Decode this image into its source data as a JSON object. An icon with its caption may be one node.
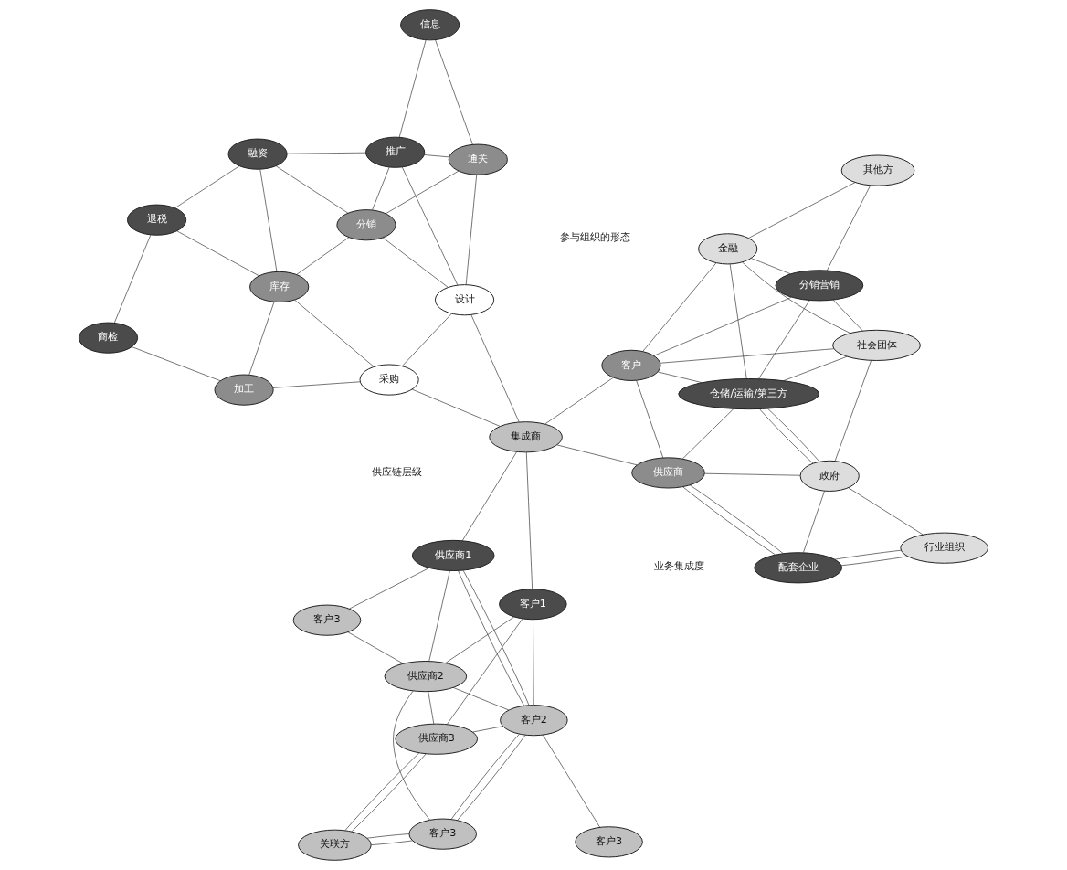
{
  "diagram": {
    "nodes": [
      {
        "text": [
          "商检"
        ]
      },
      {
        "text": [
          "客户3"
        ]
      },
      {
        "text": [
          "客户3"
        ]
      },
      {
        "text": [
          "退税"
        ]
      },
      {
        "text": [
          "加工"
        ]
      },
      {
        "text": [
          "客户2"
        ]
      },
      {
        "text": [
          "关联方"
        ]
      },
      {
        "text": [
          "融资"
        ]
      },
      {
        "text": [
          "库存"
        ]
      },
      {
        "text": [
          "采购"
        ]
      },
      {
        "text": [
          "客户1"
        ]
      },
      {
        "text": [
          "供应商2"
        ]
      },
      {
        "text": [
          "供应商3"
        ]
      },
      {
        "text": [
          "分销"
        ]
      },
      {
        "text": [
          "设计"
        ]
      },
      {
        "text": [
          "集成商"
        ]
      },
      {
        "text": [
          "供应商1"
        ]
      },
      {
        "text": [
          "客户3"
        ]
      },
      {
        "text": [
          "推广"
        ]
      },
      {
        "text": [
          "通关"
        ]
      },
      {
        "text": [
          "供应商"
        ]
      },
      {
        "text": [
          "客户"
        ]
      },
      {
        "text": [
          "分销营销"
        ]
      },
      {
        "text": [
          "其他方"
        ]
      },
      {
        "text": [
          "信息"
        ]
      },
      {
        "text": [
          "配套企业"
        ]
      },
      {
        "text": [
          "仓储/运输/第三方"
        ]
      },
      {
        "text": [
          "金融"
        ]
      },
      {
        "text": [
          "行业组织"
        ]
      },
      {
        "text": [
          "政府"
        ]
      },
      {
        "text": [
          "社会团体"
        ]
      }
    ],
    "edges": [
      {
        "from": 0,
        "to": 3,
        "arrow": "none"
      },
      {
        "from": 0,
        "to": 4,
        "arrow": "none"
      },
      {
        "from": 3,
        "to": 8,
        "arrow": "none"
      },
      {
        "from": 3,
        "to": 7,
        "arrow": "none"
      },
      {
        "from": 4,
        "to": 8,
        "arrow": "none"
      },
      {
        "from": 4,
        "to": 9,
        "arrow": "none"
      },
      {
        "from": 8,
        "to": 9,
        "arrow": "none"
      },
      {
        "from": 8,
        "to": 7,
        "arrow": "none"
      },
      {
        "from": 8,
        "to": 13,
        "arrow": "none"
      },
      {
        "from": 7,
        "to": 13,
        "arrow": "none"
      },
      {
        "from": 7,
        "to": 18,
        "arrow": "none"
      },
      {
        "from": 9,
        "to": 14,
        "arrow": "none"
      },
      {
        "from": 9,
        "to": 15,
        "arrow": "none"
      },
      {
        "from": 13,
        "to": 18,
        "arrow": "none"
      },
      {
        "from": 13,
        "to": 14,
        "arrow": "none"
      },
      {
        "from": 13,
        "to": 19,
        "arrow": "none"
      },
      {
        "from": 18,
        "to": 14,
        "arrow": "none"
      },
      {
        "from": 18,
        "to": 19,
        "arrow": "none"
      },
      {
        "from": 18,
        "to": 24,
        "arrow": "none"
      },
      {
        "from": 14,
        "to": 19,
        "arrow": "none"
      },
      {
        "from": 19,
        "to": 24,
        "arrow": "none"
      },
      {
        "from": 14,
        "to": 15,
        "arrow": "none"
      },
      {
        "from": 1,
        "to": 5,
        "arrow": "none"
      },
      {
        "from": 2,
        "to": 5,
        "arrow": "none"
      },
      {
        "from": 2,
        "to": 5,
        "arrow": "none"
      },
      {
        "from": 2,
        "to": 11,
        "arrow": "none"
      },
      {
        "from": 2,
        "to": 6,
        "arrow": "none"
      },
      {
        "from": 2,
        "to": 6,
        "arrow": "none"
      },
      {
        "from": 6,
        "to": 12,
        "arrow": "none"
      },
      {
        "from": 6,
        "to": 12,
        "arrow": "none"
      },
      {
        "from": 5,
        "to": 10,
        "arrow": "none"
      },
      {
        "from": 5,
        "to": 16,
        "arrow": "none"
      },
      {
        "from": 5,
        "to": 16,
        "arrow": "none"
      },
      {
        "from": 5,
        "to": 11,
        "arrow": "none"
      },
      {
        "from": 5,
        "to": 12,
        "arrow": "none"
      },
      {
        "from": 10,
        "to": 12,
        "arrow": "none"
      },
      {
        "from": 10,
        "to": 11,
        "arrow": "none"
      },
      {
        "from": 10,
        "to": 15,
        "arrow": "none"
      },
      {
        "from": 12,
        "to": 11,
        "arrow": "none"
      },
      {
        "from": 11,
        "to": 16,
        "arrow": "none"
      },
      {
        "from": 11,
        "to": 17,
        "arrow": "none"
      },
      {
        "from": 16,
        "to": 17,
        "arrow": "none"
      },
      {
        "from": 16,
        "to": 15,
        "arrow": "none"
      },
      {
        "from": 15,
        "to": 21,
        "arrow": "none"
      },
      {
        "from": 15,
        "to": 20,
        "arrow": "none"
      },
      {
        "from": 21,
        "to": 22,
        "arrow": "none"
      },
      {
        "from": 21,
        "to": 20,
        "arrow": "none"
      },
      {
        "from": 21,
        "to": 26,
        "arrow": "none"
      },
      {
        "from": 21,
        "to": 30,
        "arrow": "none"
      },
      {
        "from": 21,
        "to": 27,
        "arrow": "none"
      },
      {
        "from": 22,
        "to": 23,
        "arrow": "none"
      },
      {
        "from": 22,
        "to": 27,
        "arrow": "none"
      },
      {
        "from": 22,
        "to": 26,
        "arrow": "none"
      },
      {
        "from": 22,
        "to": 30,
        "arrow": "none"
      },
      {
        "from": 23,
        "to": 27,
        "arrow": "none"
      },
      {
        "from": 27,
        "to": 30,
        "arrow": "none"
      },
      {
        "from": 26,
        "to": 30,
        "arrow": "none"
      },
      {
        "from": 26,
        "to": 27,
        "arrow": "none"
      },
      {
        "from": 26,
        "to": 29,
        "arrow": "none"
      },
      {
        "from": 26,
        "to": 29,
        "arrow": "none"
      },
      {
        "from": 25,
        "to": 29,
        "arrow": "none"
      },
      {
        "from": 20,
        "to": 29,
        "arrow": "none"
      },
      {
        "from": 20,
        "to": 26,
        "arrow": "none"
      },
      {
        "from": 20,
        "to": 25,
        "arrow": "none"
      },
      {
        "from": 20,
        "to": 25,
        "arrow": "none"
      },
      {
        "from": 28,
        "to": 25,
        "arrow": "none"
      },
      {
        "from": 28,
        "to": 25,
        "arrow": "none"
      },
      {
        "from": 28,
        "to": 29,
        "arrow": "none"
      },
      {
        "from": 29,
        "to": 30,
        "arrow": "none"
      }
    ],
    "labels": [
      "业务集成度",
      "供应链层级",
      "参与组织的形态"
    ]
  }
}
